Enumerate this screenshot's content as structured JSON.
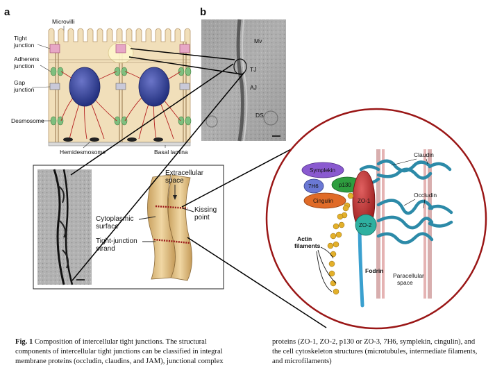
{
  "panels": {
    "a": {
      "letter": "a",
      "labels": {
        "microvilli": "Microvilli",
        "tight_junction": [
          "Tight",
          "junction"
        ],
        "adherens_junction": [
          "Adherens",
          "junction"
        ],
        "gap_junction": [
          "Gap",
          "junction"
        ],
        "desmosome": "Desmosome",
        "hemidesmosome": "Hemidesmosome",
        "basal_lamina": "Basal lamina"
      }
    },
    "b": {
      "letter": "b",
      "labels": {
        "mv": "Mv",
        "tj": "TJ",
        "aj": "AJ",
        "ds": "DS"
      }
    },
    "strand_panel": {
      "labels": {
        "extracellular_space": [
          "Extracellular",
          "space"
        ],
        "kissing_point": [
          "Kissing",
          "point"
        ],
        "cytoplasmic_surface": [
          "Cytoplasmic",
          "surface"
        ],
        "tight_junction_strand": [
          "Tight-junction",
          "strand"
        ]
      }
    },
    "molecular": {
      "labels": {
        "claudin": "Claudin",
        "occludin": "Occludin",
        "symplekin": "Symplekin",
        "7h6": "7H6",
        "p130": "p130",
        "cingulin": "Cingulin",
        "zo1": "ZO-1",
        "zo2": "ZO-2",
        "actin_filaments": [
          "Actin",
          "filaments"
        ],
        "fodrin": "Fodrin",
        "paracellular_space": [
          "Paracellular",
          "space"
        ]
      }
    }
  },
  "caption": {
    "label": "Fig. 1",
    "left_lines": [
      " Composition of intercellular tight junctions. The structural",
      "components of intercellular tight junctions can be classified in integral",
      "membrane proteins (occludin, claudins, and JAM), junctional complex"
    ],
    "right_lines": [
      "proteins (ZO-1, ZO-2, p130 or ZO-3, 7H6, symplekin, cingulin), and",
      "the cell cytoskeleton structures (microtubules, intermediate filaments,",
      "and microfilaments)"
    ]
  }
}
